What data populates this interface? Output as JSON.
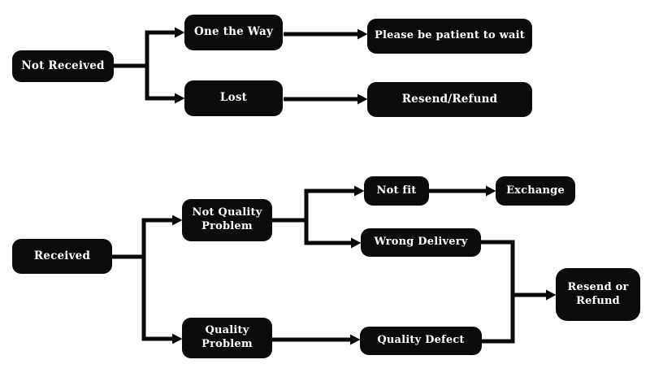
{
  "diagram": {
    "type": "flowchart",
    "colors": {
      "background": "#ffffff",
      "node_fill": "#0b0b0b",
      "node_text": "#ffffff",
      "line": "#0a0a0a"
    },
    "edges": [
      {
        "from": "Not Received",
        "to": "One the Way"
      },
      {
        "from": "Not Received",
        "to": "Lost"
      },
      {
        "from": "One the Way",
        "to": "Please be patient to wait"
      },
      {
        "from": "Lost",
        "to": "Resend/Refund"
      },
      {
        "from": "Received",
        "to": "Not Quality Problem"
      },
      {
        "from": "Received",
        "to": "Quality Problem"
      },
      {
        "from": "Not Quality Problem",
        "to": "Not fit"
      },
      {
        "from": "Not Quality Problem",
        "to": "Wrong Delivery"
      },
      {
        "from": "Not fit",
        "to": "Exchange"
      },
      {
        "from": "Quality Problem",
        "to": "Quality Defect"
      },
      {
        "from": "Wrong Delivery",
        "to": "Resend or Refund"
      },
      {
        "from": "Quality Defect",
        "to": "Resend or Refund"
      }
    ]
  },
  "nodes": {
    "not_received": {
      "label": "Not Received"
    },
    "one_the_way": {
      "label": "One the Way"
    },
    "lost": {
      "label": "Lost"
    },
    "please_wait": {
      "label": "Please be patient to wait"
    },
    "resend_refund": {
      "label": "Resend/Refund"
    },
    "received": {
      "label": "Received"
    },
    "not_quality_problem": {
      "label": "Not Quality Problem"
    },
    "quality_problem": {
      "label": "Quality Problem"
    },
    "not_fit": {
      "label": "Not fit"
    },
    "exchange": {
      "label": "Exchange"
    },
    "wrong_delivery": {
      "label": "Wrong Delivery"
    },
    "quality_defect": {
      "label": "Quality Defect"
    },
    "resend_or_refund": {
      "label": "Resend or Refund"
    }
  }
}
